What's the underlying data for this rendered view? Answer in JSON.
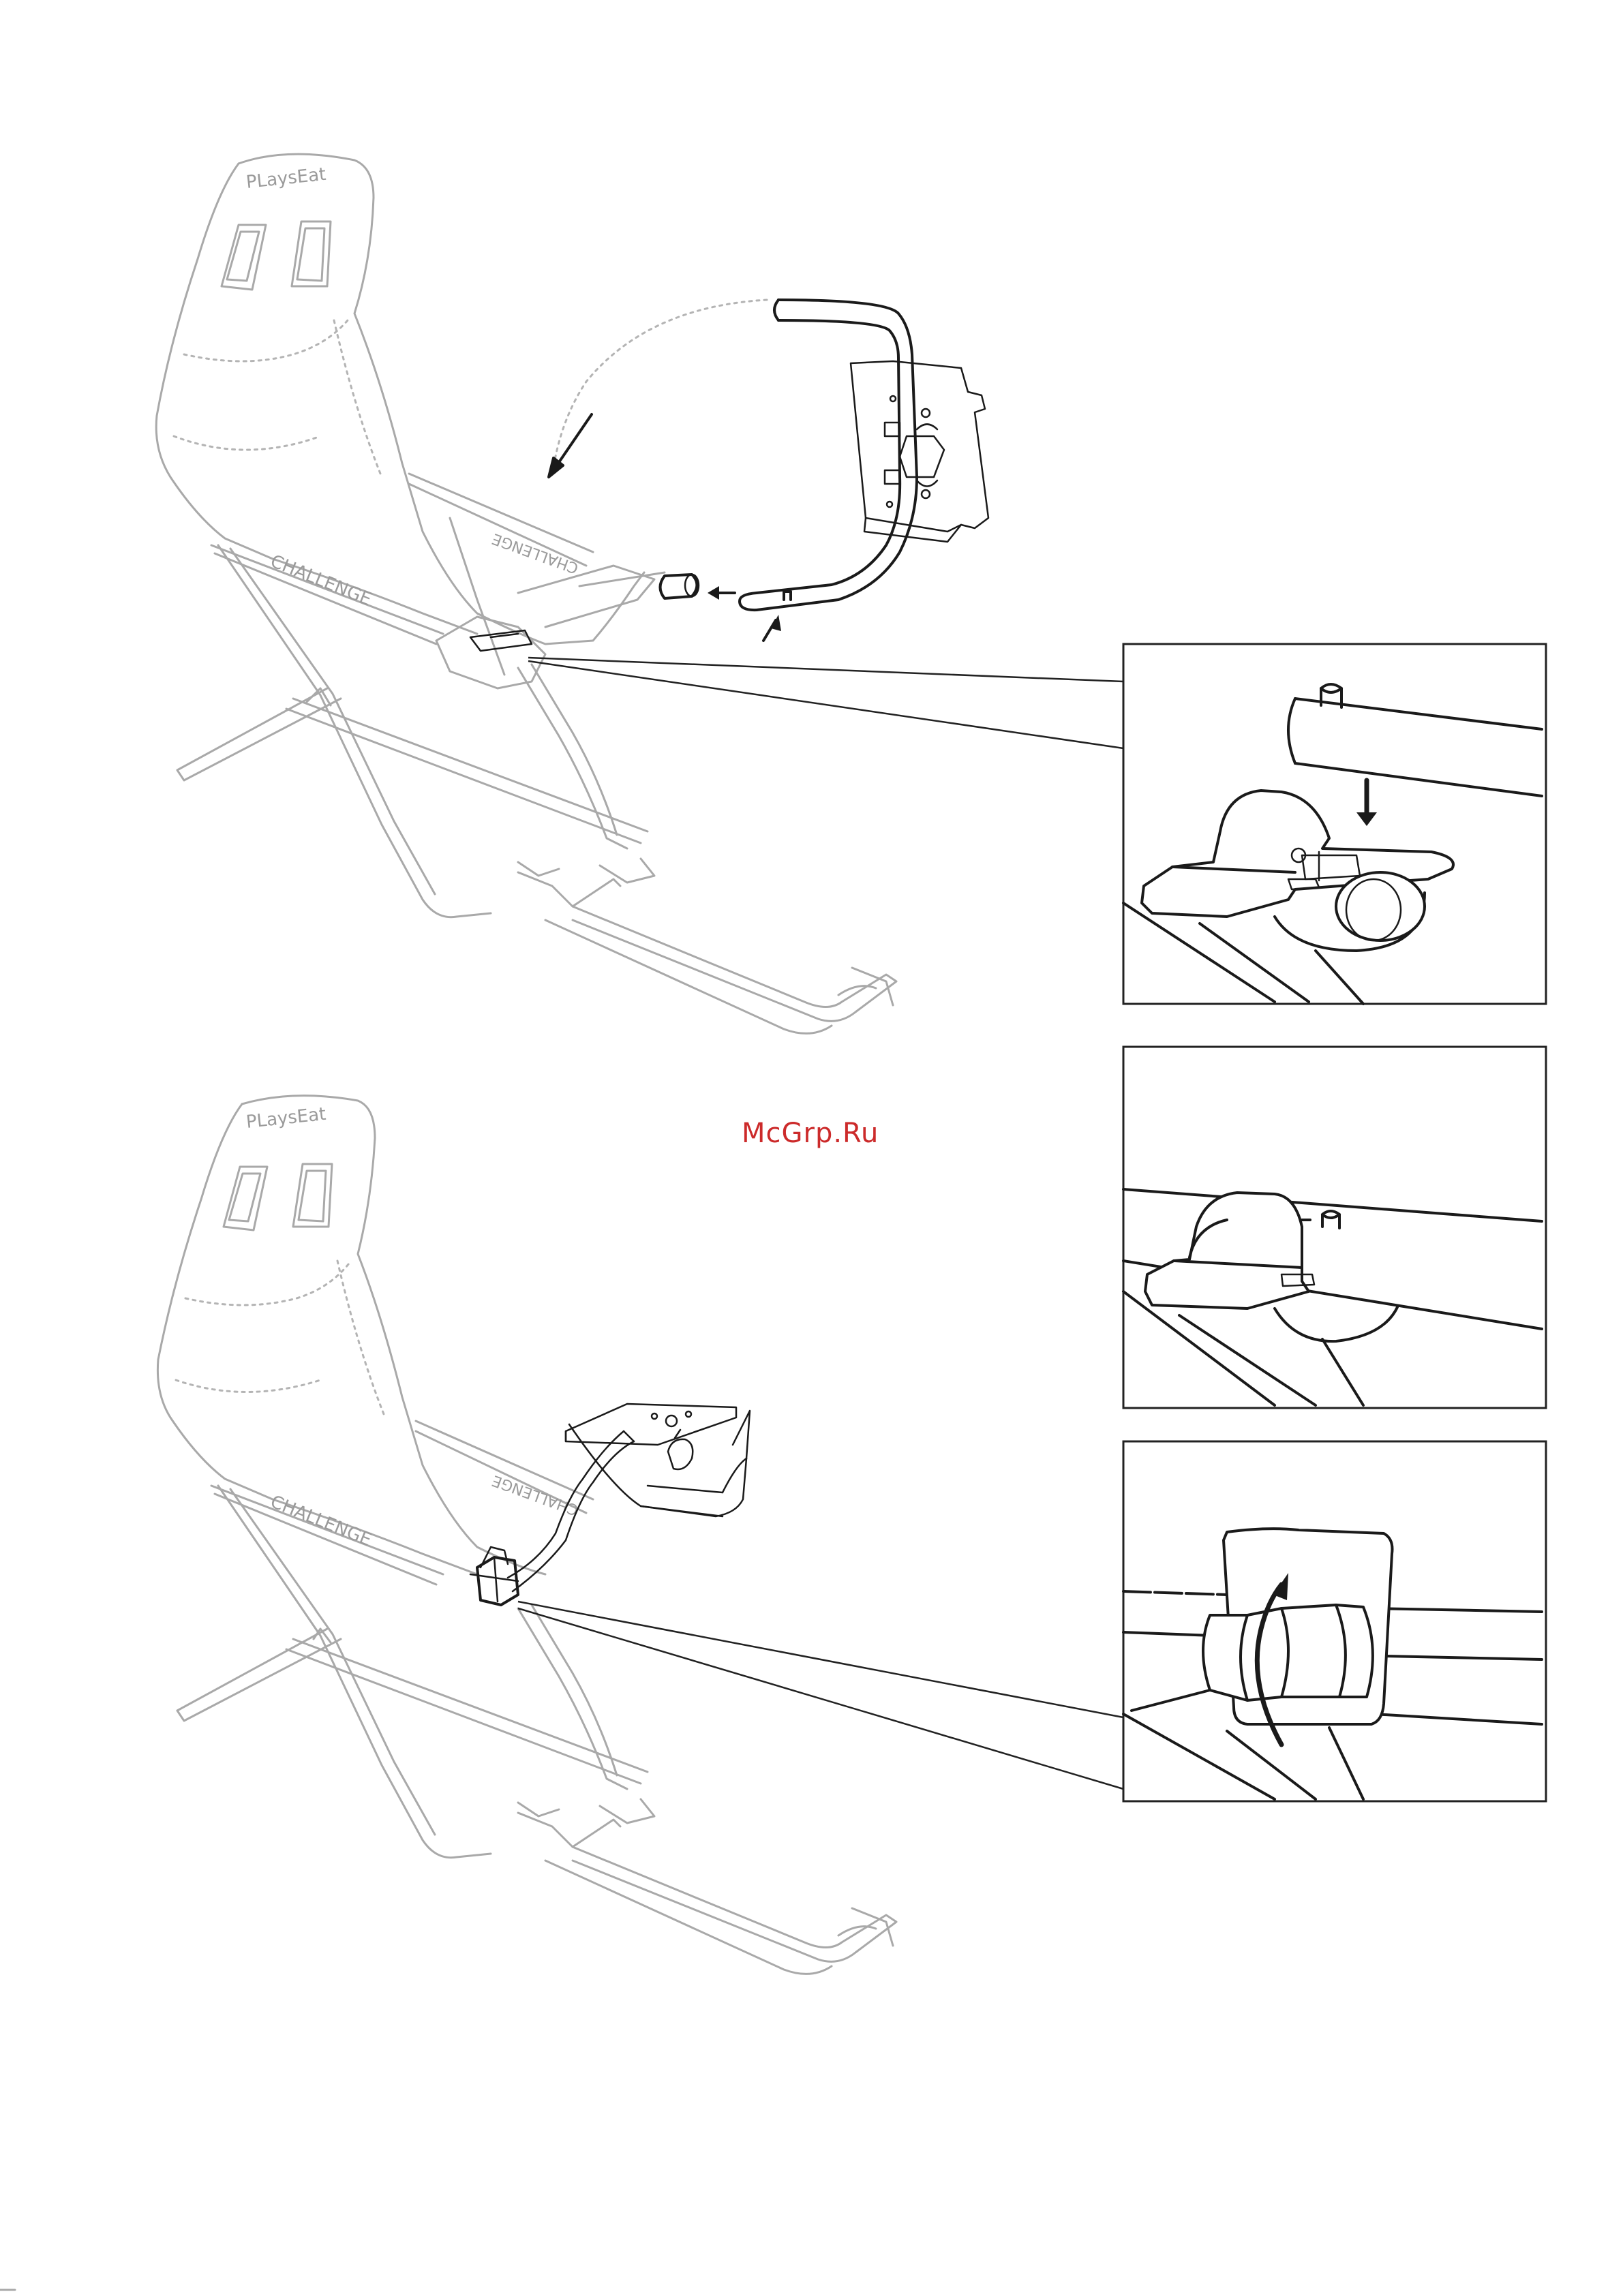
{
  "seat_top": {
    "brand_text": "PLaysEat",
    "seat_label": "CHALLENGE",
    "side_label": "CHALLENGE"
  },
  "seat_bottom": {
    "brand_text": "PLaysEat",
    "seat_label": "CHALLENGE",
    "side_label": "CHALLENGE"
  },
  "watermark": "McGrp.Ru",
  "detail_panels": [
    {
      "id": "detail-1",
      "action": "insert-tube-into-clamp",
      "arrow": "down-arrow-icon"
    },
    {
      "id": "detail-2",
      "action": "tube-seated-in-clamp"
    },
    {
      "id": "detail-3",
      "action": "rotate-clamp-to-lock",
      "arrow": "curved-arrow-icon"
    }
  ]
}
